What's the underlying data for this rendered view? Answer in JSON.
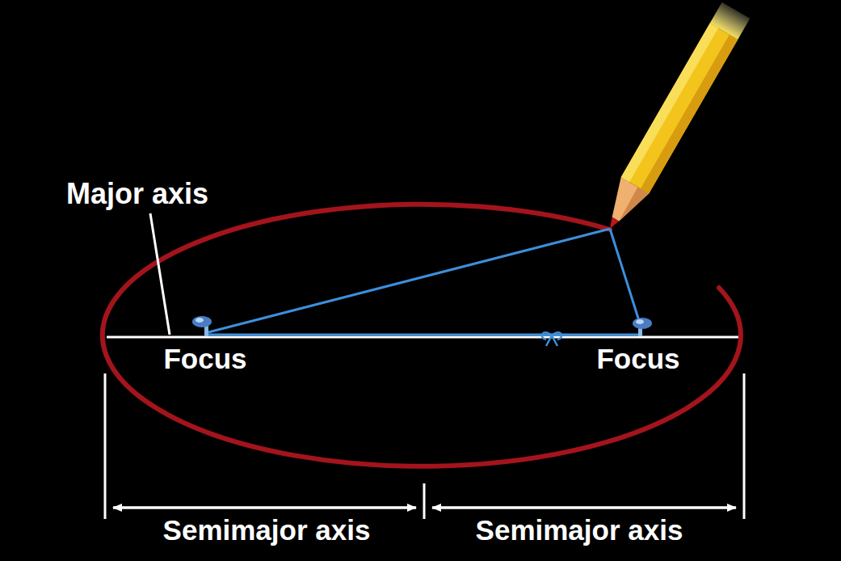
{
  "diagram": {
    "labels": [
      "Major axis",
      "Focus",
      "Focus",
      "Semimajor axis",
      "Semimajor axis"
    ]
  }
}
